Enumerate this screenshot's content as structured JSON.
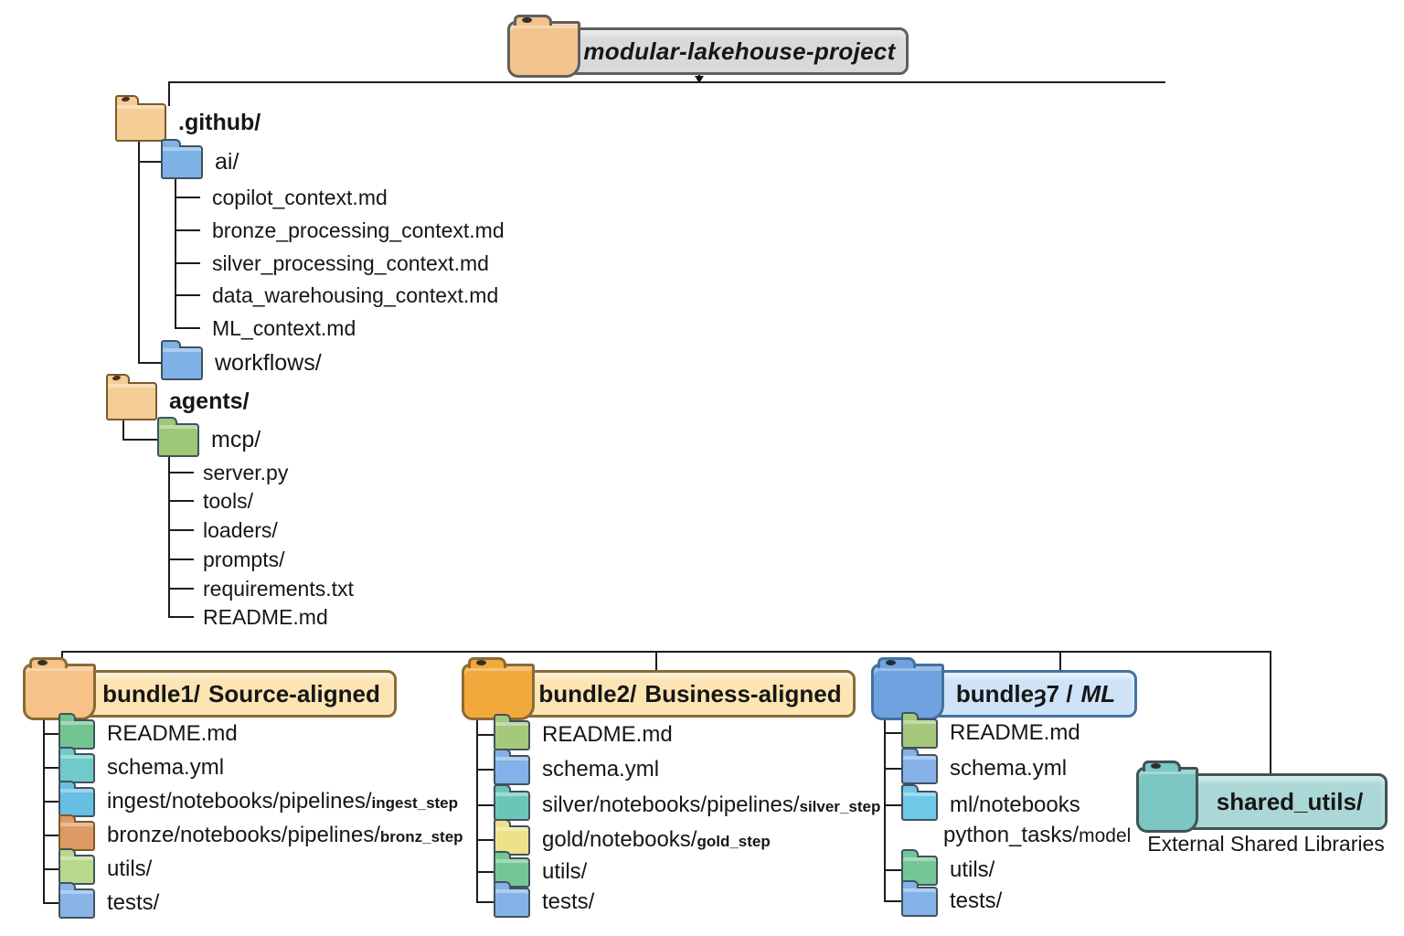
{
  "title": {
    "label": "modular-lakehouse-project",
    "banner_fill": "#d9d9d9",
    "tab_fill": "#f3c48e",
    "border": "#5f5f5f"
  },
  "github": {
    "label": ".github/",
    "color": "#f5cd96",
    "ai": {
      "label": "ai/",
      "color": "#7fb2e6",
      "files": [
        "copilot_context.md",
        "bronze_processing_context.md",
        "silver_processing_context.md",
        "data_warehousing_context.md",
        "ML_context.md"
      ]
    },
    "workflows": {
      "label": "workflows/",
      "color": "#7fb2e6"
    }
  },
  "agents": {
    "label": "agents/",
    "color": "#f5cd96",
    "mcp": {
      "label": "mcp/",
      "color": "#9dc878",
      "files": [
        "server.py",
        "tools/",
        "loaders/",
        "prompts/",
        "requirements.txt",
        "README.md"
      ]
    }
  },
  "bundles": [
    {
      "name": "bundle1/",
      "tagline": "Source-aligned",
      "banner_fill": "#fde4b3",
      "tab_fill": "#f6c287",
      "border": "#8a6a35",
      "items": [
        {
          "text": "README.md",
          "small": "",
          "color": "#72c491"
        },
        {
          "text": "schema.yml",
          "small": "",
          "color": "#6fcac9"
        },
        {
          "text": "ingest/notebooks/pipelines/",
          "small": "ingest_step",
          "color": "#67bfe3"
        },
        {
          "text": "bronze/notebooks/pipelines/",
          "small": "bronz_step",
          "color": "#dd9a64"
        },
        {
          "text": "utils/",
          "small": "",
          "color": "#b8d88c"
        },
        {
          "text": "tests/",
          "small": "",
          "color": "#88b4e8"
        }
      ]
    },
    {
      "name": "bundle2/",
      "tagline": "Business-aligned",
      "banner_fill": "#fde4b3",
      "tab_fill": "#f2a93c",
      "border": "#8a6a35",
      "items": [
        {
          "text": "README.md",
          "small": "",
          "color": "#a5c87d"
        },
        {
          "text": "schema.yml",
          "small": "",
          "color": "#84b2e8"
        },
        {
          "text": "silver/notebooks/pipelines/",
          "small": "silver_step",
          "color": "#6cc6b8"
        },
        {
          "text": "gold/notebooks/",
          "small": "gold_step",
          "color": "#ece28a"
        },
        {
          "text": "utils/",
          "small": "",
          "color": "#74c795"
        },
        {
          "text": "tests/",
          "small": "",
          "color": "#84b2e8"
        }
      ]
    },
    {
      "name": "bundleȝ7 /",
      "tagline": "ML",
      "banner_fill": "#cfe3f8",
      "tab_fill": "#6fa3e0",
      "border": "#44719f",
      "items": [
        {
          "text": "README.md",
          "small": "",
          "color": "#a5c87d"
        },
        {
          "text": "schema.yml",
          "small": "",
          "color": "#84b2e8"
        },
        {
          "text": "ml/notebooks",
          "small": "",
          "color": "#6fc8e8",
          "text2": "python_tasks/",
          "small2": "model"
        },
        {
          "text": "utils/",
          "small": "",
          "color": "#74c795"
        },
        {
          "text": "tests/",
          "small": "",
          "color": "#84b2e8"
        }
      ]
    }
  ],
  "shared": {
    "label": "shared_utils/",
    "caption": "External Shared Libraries",
    "banner_fill": "#abd7d6",
    "tab_fill": "#7cc6c4",
    "border": "#3f5454"
  }
}
